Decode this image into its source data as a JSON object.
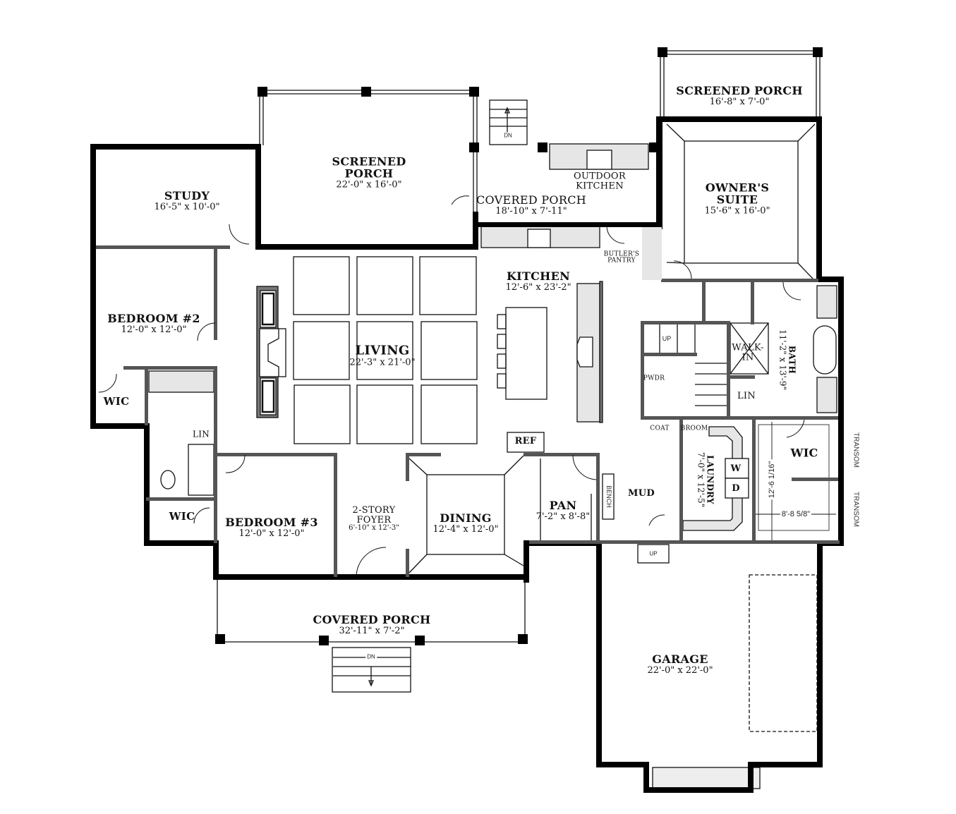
{
  "plan": {
    "rooms": [
      {
        "id": "study",
        "name": "STUDY",
        "dims": "16'-5\" x 10'-0\""
      },
      {
        "id": "screened_porch_main",
        "name": "SCREENED PORCH",
        "name_line1": "SCREENED",
        "name_line2": "PORCH",
        "dims": "22'-0\" x 16'-0\""
      },
      {
        "id": "covered_porch_rear",
        "name": "COVERED PORCH",
        "dims": "18'-10\" x 7'-11\""
      },
      {
        "id": "outdoor_kitchen",
        "name": "OUTDOOR KITCHEN",
        "name_line1": "OUTDOOR",
        "name_line2": "KITCHEN"
      },
      {
        "id": "screened_porch_owner",
        "name": "SCREENED PORCH",
        "dims": "16'-8\" x 7'-0\""
      },
      {
        "id": "owners_suite",
        "name": "OWNER'S SUITE",
        "name_line1": "OWNER'S",
        "name_line2": "SUITE",
        "dims": "15'-6\" x 16'-0\""
      },
      {
        "id": "bedroom2",
        "name": "BEDROOM #2",
        "dims": "12'-0\" x 12'-0\""
      },
      {
        "id": "living",
        "name": "LIVING",
        "dims": "22'-3\" x 21'-0\""
      },
      {
        "id": "kitchen",
        "name": "KITCHEN",
        "dims": "12'-6\" x 23'-2\""
      },
      {
        "id": "butlers_pantry",
        "name": "BUTLER'S PANTRY",
        "name_line1": "BUTLER'S",
        "name_line2": "PANTRY"
      },
      {
        "id": "bath",
        "name": "BATH",
        "dims": "11'-2\" x 13'-9\""
      },
      {
        "id": "walk_in",
        "name": "WALK-IN",
        "name_line1": "WALK-",
        "name_line2": "IN"
      },
      {
        "id": "lin_owner",
        "name": "LIN"
      },
      {
        "id": "pwdr",
        "name": "PWDR"
      },
      {
        "id": "coat",
        "name": "COAT"
      },
      {
        "id": "broom",
        "name": "BROOM"
      },
      {
        "id": "laundry",
        "name": "LAUNDRY",
        "dims": "7'-0\" x 12'-5\""
      },
      {
        "id": "washer",
        "name": "W"
      },
      {
        "id": "dryer",
        "name": "D"
      },
      {
        "id": "mud",
        "name": "MUD"
      },
      {
        "id": "wic_owner",
        "name": "WIC"
      },
      {
        "id": "wic_bed2",
        "name": "WIC"
      },
      {
        "id": "lin_hall",
        "name": "LIN"
      },
      {
        "id": "wic_bed3",
        "name": "WIC"
      },
      {
        "id": "bedroom3",
        "name": "BEDROOM #3",
        "dims": "12'-0\" x 12'-0\""
      },
      {
        "id": "foyer",
        "name": "2-STORY FOYER",
        "name_line1": "2-STORY",
        "name_line2": "FOYER",
        "dims": "6'-10\" x 12'-3\""
      },
      {
        "id": "dining",
        "name": "DINING",
        "dims": "12'-4\" x 12'-0\""
      },
      {
        "id": "ref",
        "name": "REF"
      },
      {
        "id": "pan",
        "name": "PAN",
        "dims": "7'-2\" x 8'-8\""
      },
      {
        "id": "bench",
        "name": "BENCH"
      },
      {
        "id": "covered_porch_front",
        "name": "COVERED PORCH",
        "dims": "32'-11\" x 7'-2\""
      },
      {
        "id": "garage",
        "name": "GARAGE",
        "dims": "22'-0\" x 22'-0\""
      }
    ],
    "annotations": {
      "stair_dn_rear": "DN",
      "stair_dn_front": "DN",
      "stair_up_interior": "UP",
      "stair_up_garage": "UP",
      "transom_1": "TRANSOM",
      "transom_2": "TRANSOM",
      "wic_dim_vertical": "12'-6 1/16\"",
      "wic_dim_horizontal": "8'-8 5/8\""
    },
    "colors": {
      "wall": "#000000",
      "interior_wall": "#555555",
      "counter_fill": "#e6e6e6",
      "line": "#111111"
    }
  }
}
